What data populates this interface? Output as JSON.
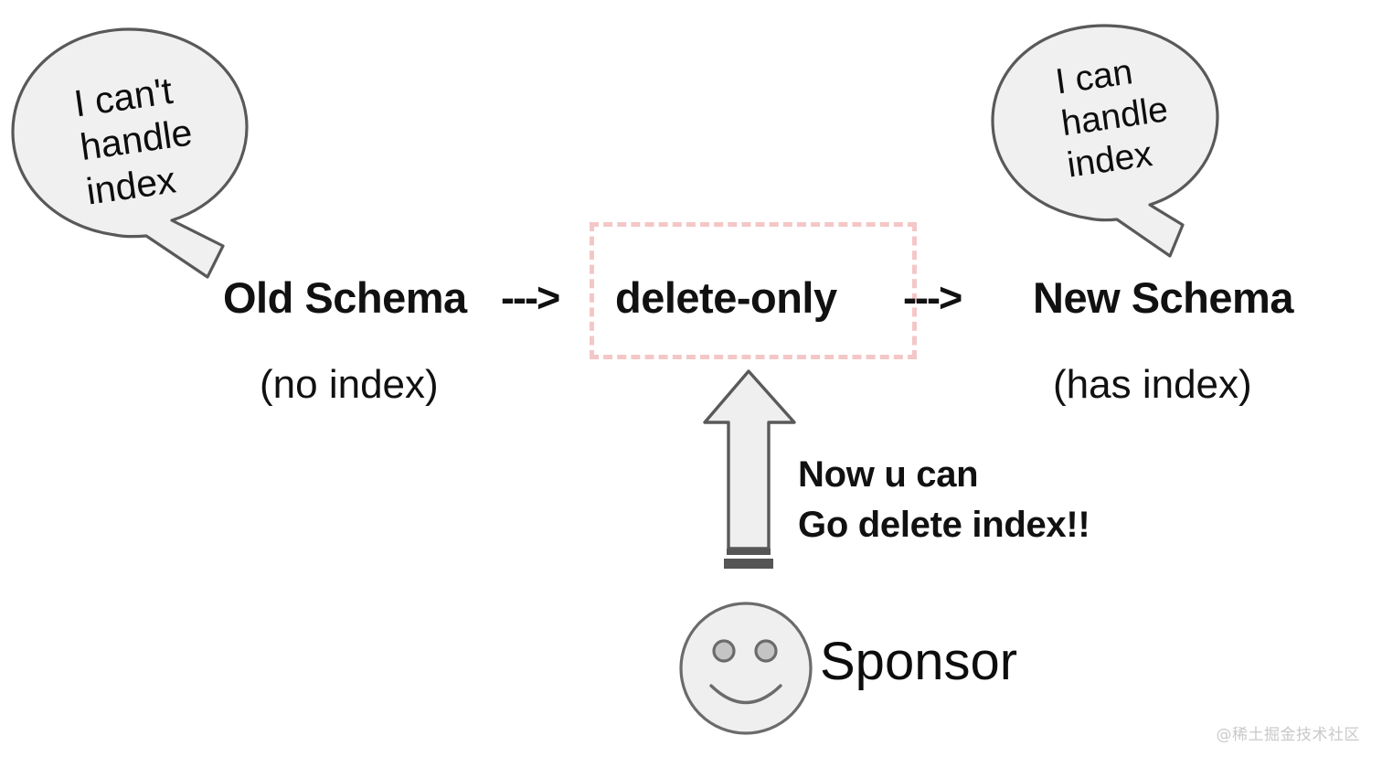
{
  "diagram": {
    "title_row": {
      "old_schema": "Old Schema",
      "arrow_1": "--->",
      "delete_only": "delete-only",
      "arrow_2": "--->",
      "new_schema": "New Schema"
    },
    "sub_row": {
      "old_schema_note": "(no index)",
      "new_schema_note": "(has index)"
    },
    "bubbles": [
      {
        "id": "left",
        "text": "I can't\nhandle\nindex",
        "points_to": "Old Schema"
      },
      {
        "id": "right",
        "text": "I can\nhandle\nindex",
        "points_to": "New Schema"
      }
    ],
    "callout": {
      "text": "Now u can\nGo delete index!!"
    },
    "actor": {
      "label": "Sponsor",
      "icon": "smiley-face"
    },
    "colors": {
      "dashed_box_border": "#f4c7c7",
      "bubble_fill": "#f0f0f0",
      "bubble_stroke": "#595959",
      "arrow_fill": "#efefef",
      "arrow_stroke": "#5a5a5a",
      "arrow_base": "#555555",
      "text": "#111111",
      "watermark": "#c9c9c9",
      "background": "#ffffff"
    }
  },
  "watermark": {
    "text": "@稀土掘金技术社区"
  }
}
